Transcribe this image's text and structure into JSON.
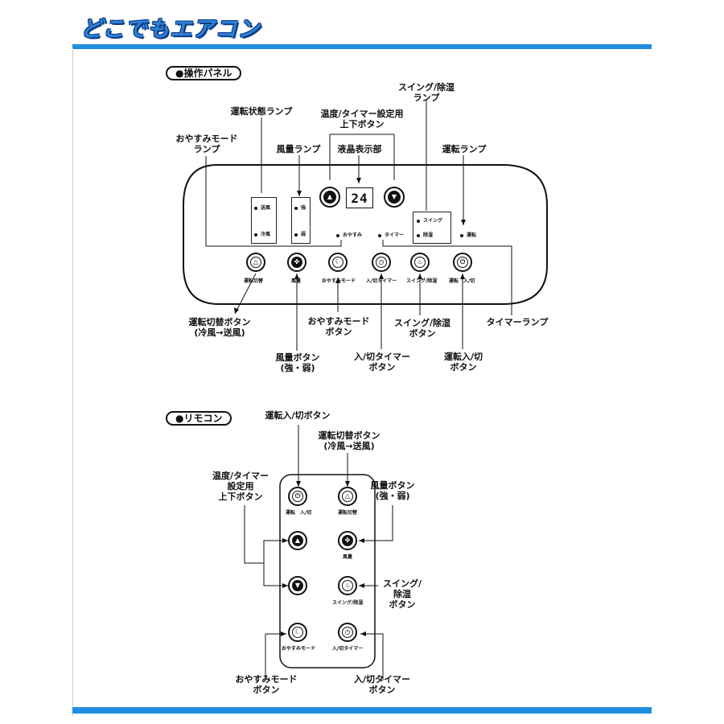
{
  "header": {
    "logo_text": "どこでもエアコン"
  },
  "colors": {
    "accent_bar": "#1f8de0",
    "logo_fill": "#2f7fd6",
    "logo_outline": "#0b3c86"
  },
  "control_panel": {
    "section_title": "●操作パネル",
    "lcd_value": "24",
    "status_lamps": [
      "送風",
      "冷風"
    ],
    "fan_lamps": [
      "強",
      "弱"
    ],
    "swing_lamps": [
      "スイング",
      "除湿"
    ],
    "sleep_lamp": "おやすみ",
    "timer_lamp": "タイマー",
    "run_lamp": "運転",
    "buttons": [
      {
        "icon": "mode-icon",
        "caption": "運転切替"
      },
      {
        "icon": "fan-icon",
        "caption": "風量"
      },
      {
        "icon": "moon-icon",
        "caption": "おやすみモード"
      },
      {
        "icon": "timer-icon",
        "caption": "入/切タイマー"
      },
      {
        "icon": "drop-icon",
        "caption": "スイング/除湿"
      },
      {
        "icon": "power-icon",
        "caption": "運転　入/切"
      }
    ],
    "labels": {
      "run_status_lamp_1": "運転状態ランプ",
      "temp_timer_1": "温度/タイマー設定用",
      "temp_timer_2": "上下ボタン",
      "swing_lamp_1": "スイング/除湿",
      "swing_lamp_2": "ランプ",
      "sleep_lamp_1": "おやすみモード",
      "sleep_lamp_2": "ランプ",
      "fan_lamp": "風量ランプ",
      "lcd": "液晶表示部",
      "run_lamp": "運転ランプ",
      "mode_btn_1": "運転切替ボタン",
      "mode_btn_2": "(冷風→送風)",
      "sleep_btn_1": "おやすみモード",
      "sleep_btn_2": "ボタン",
      "swing_btn_1": "スイング/除湿",
      "swing_btn_2": "ボタン",
      "timer_lamp": "タイマーランプ",
      "fan_btn_1": "風量ボタン",
      "fan_btn_2": "(強・弱)",
      "timer_btn_1": "入/切タイマー",
      "timer_btn_2": "ボタン",
      "power_btn_1": "運転入/切",
      "power_btn_2": "ボタン"
    }
  },
  "remote": {
    "section_title": "●リモコン",
    "captions": {
      "power": "運転　入/切",
      "mode": "運転切替",
      "fan": "風量",
      "swing": "スイング/除湿",
      "sleep": "おやすみモード",
      "timer": "入/切タイマー"
    },
    "labels": {
      "power_1": "運転入/切ボタン",
      "mode_1": "運転切替ボタン",
      "mode_2": "(冷風→送風)",
      "temp_1": "温度/タイマー",
      "temp_2": "設定用",
      "temp_3": "上下ボタン",
      "fan_1": "風量ボタン",
      "fan_2": "(強・弱)",
      "swing_1": "スイング/",
      "swing_2": "除湿",
      "swing_3": "ボタン",
      "sleep_1": "おやすみモード",
      "sleep_2": "ボタン",
      "timer_1": "入/切タイマー",
      "timer_2": "ボタン"
    }
  }
}
